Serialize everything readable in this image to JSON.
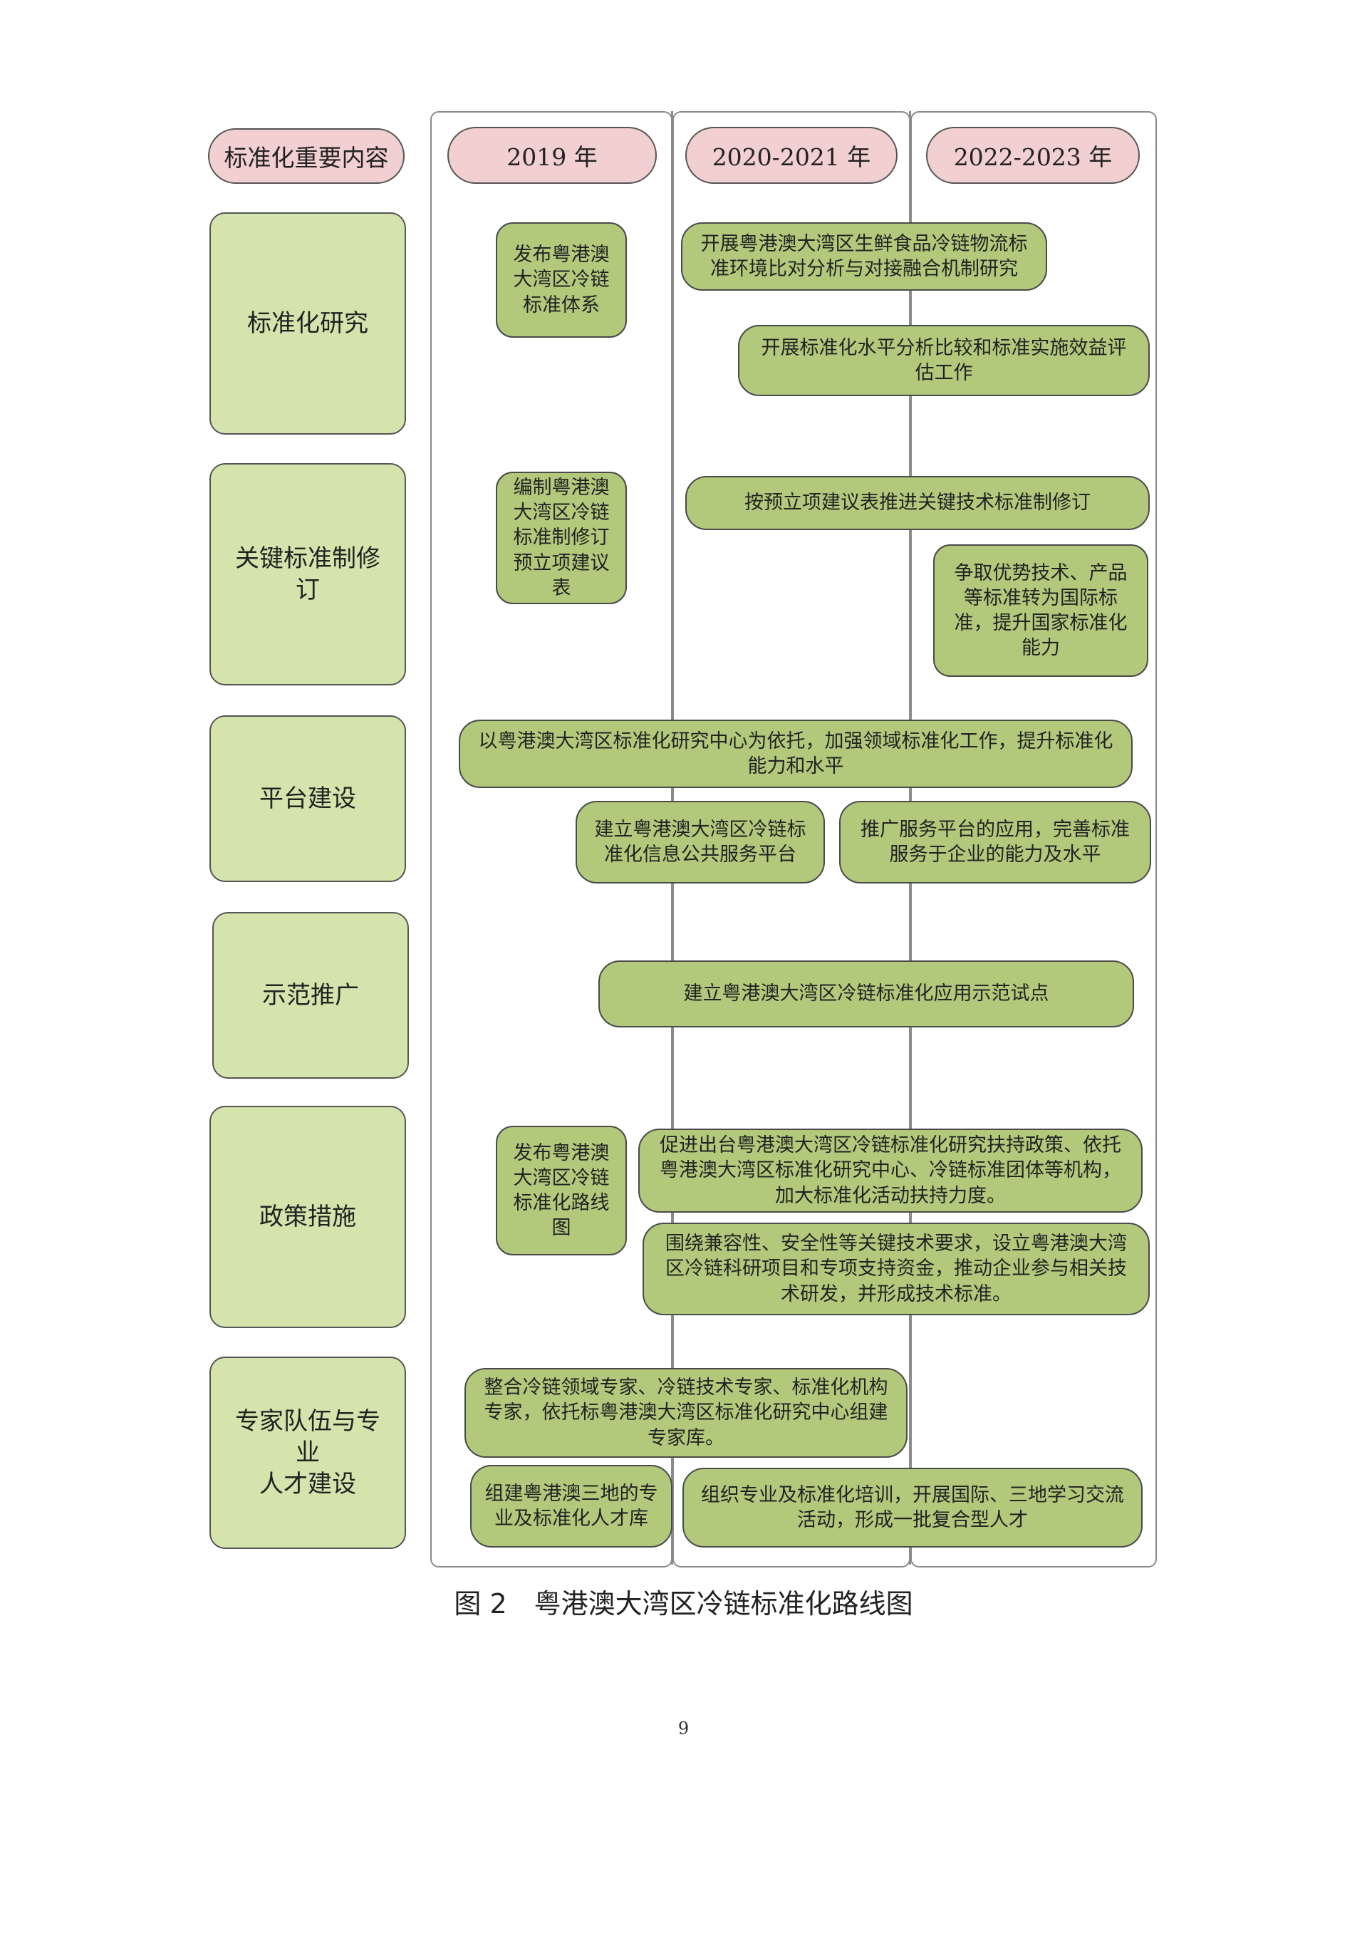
{
  "header": {
    "category_label": "标准化重要内容",
    "years": [
      "2019 年",
      "2020-2021 年",
      "2022-2023 年"
    ]
  },
  "categories": [
    "标准化研究",
    "关键标准制修订",
    "平台建设",
    "示范推广",
    "政策措施",
    "专家队伍与专业\n人才建设"
  ],
  "tasks": [
    "发布粤港澳\n大湾区冷链\n标准体系",
    "开展粤港澳大湾区生鲜食品冷链物流标\n准环境比对分析与对接融合机制研究",
    "开展标准化水平分析比较和标准实施效益评\n估工作",
    "编制粤港澳\n大湾区冷链\n标准制修订\n预立项建议\n表",
    "按预立项建议表推进关键技术标准制修订",
    "争取优势技术、产品\n等标准转为国际标\n准，提升国家标准化\n能力",
    "以粤港澳大湾区标准化研究中心为依托，加强领域标准化工作，提升标准化\n能力和水平",
    "建立粤港澳大湾区冷链标\n准化信息公共服务平台",
    "推广服务平台的应用，完善标准\n服务于企业的能力及水平",
    "建立粤港澳大湾区冷链标准化应用示范试点",
    "发布粤港澳\n大湾区冷链\n标准化路线\n图",
    "促进出台粤港澳大湾区冷链标准化研究扶持政策、依托\n粤港澳大湾区标准化研究中心、冷链标准团体等机构，\n加大标准化活动扶持力度。",
    "围绕兼容性、安全性等关键技术要求，设立粤港澳大湾\n区冷链科研项目和专项支持资金，推动企业参与相关技\n术研发，并形成技术标准。",
    "整合冷链领域专家、冷链技术专家、标准化机构\n专家，依托标粤港澳大湾区标准化研究中心组建\n专家库。",
    "组建粤港澳三地的专\n业及标准化人才库",
    "组织专业及标准化培训，开展国际、三地学习交流\n活动，形成一批复合型人才"
  ],
  "caption": "图 2　粤港澳大湾区冷链标准化路线图",
  "page_number": "9"
}
